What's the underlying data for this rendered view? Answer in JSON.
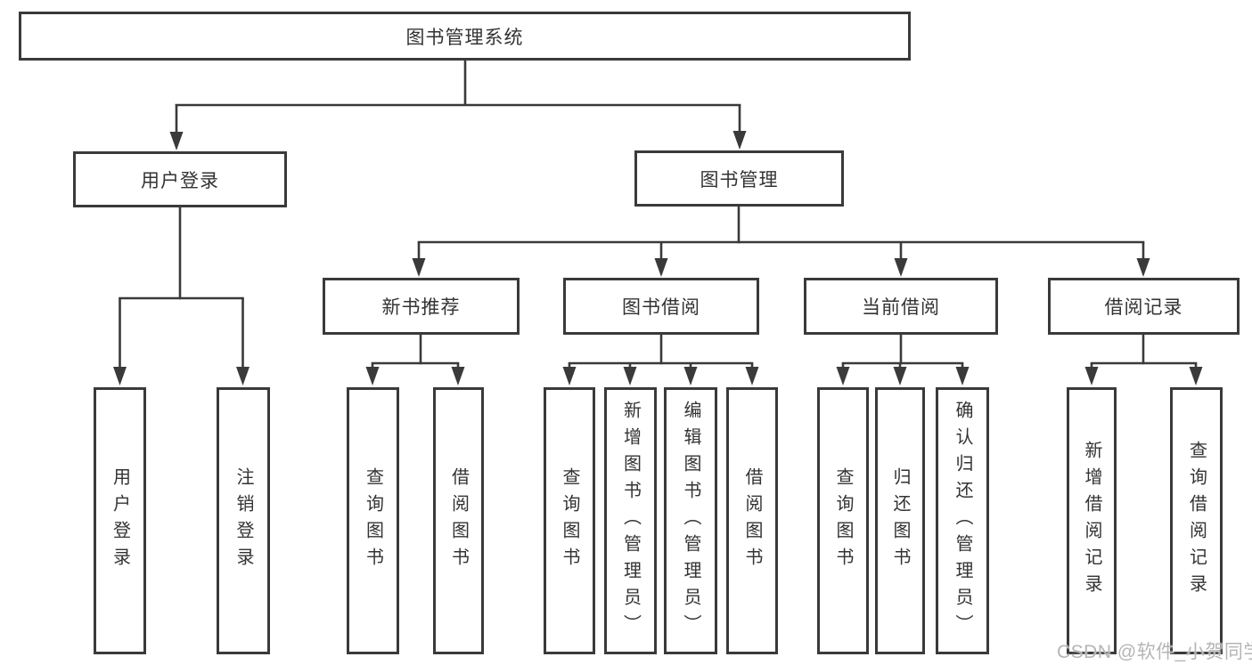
{
  "tree": {
    "root": "图书管理系统",
    "branches": [
      {
        "label": "用户登录",
        "children": [
          "用户登录",
          "注销登录"
        ]
      },
      {
        "label": "图书管理",
        "sections": [
          {
            "label": "新书推荐",
            "children": [
              "查询图书",
              "借阅图书"
            ]
          },
          {
            "label": "图书借阅",
            "children": [
              "查询图书",
              "新增图书（管理员）",
              "编辑图书（管理员）",
              "借阅图书"
            ]
          },
          {
            "label": "当前借阅",
            "children": [
              "查询图书",
              "归还图书",
              "确认归还（管理员）"
            ]
          },
          {
            "label": "借阅记录",
            "children": [
              "新增借阅记录",
              "查询借阅记录"
            ]
          }
        ]
      }
    ]
  },
  "watermark": {
    "text": "CSDN @软件_小贺同学"
  },
  "colors": {
    "line": "#3a3a3a",
    "box_border": "#3a3a3a",
    "text": "#333333",
    "watermark": "#b5b5b5",
    "background": "#ffffff"
  }
}
